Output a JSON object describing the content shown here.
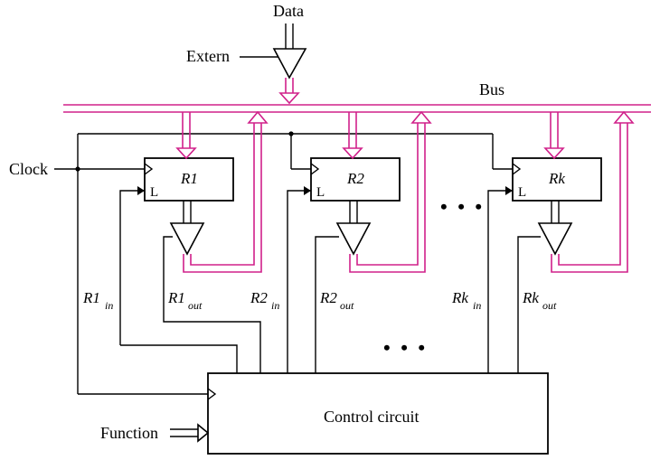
{
  "labels": {
    "data": "Data",
    "extern": "Extern",
    "bus": "Bus",
    "clock": "Clock",
    "function": "Function",
    "control": "Control circuit",
    "ellipsis": "• • •"
  },
  "registers": [
    {
      "name": "R1",
      "load": "L",
      "in_main": "R1",
      "in_sub": "in",
      "out_main": "R1",
      "out_sub": "out"
    },
    {
      "name": "R2",
      "load": "L",
      "in_main": "R2",
      "in_sub": "in",
      "out_main": "R2",
      "out_sub": "out"
    },
    {
      "name": "Rk",
      "load": "L",
      "in_main": "Rk",
      "in_sub": "in",
      "out_main": "Rk",
      "out_sub": "out"
    }
  ],
  "colors": {
    "bus": "#d0208a",
    "wire": "#000000"
  }
}
